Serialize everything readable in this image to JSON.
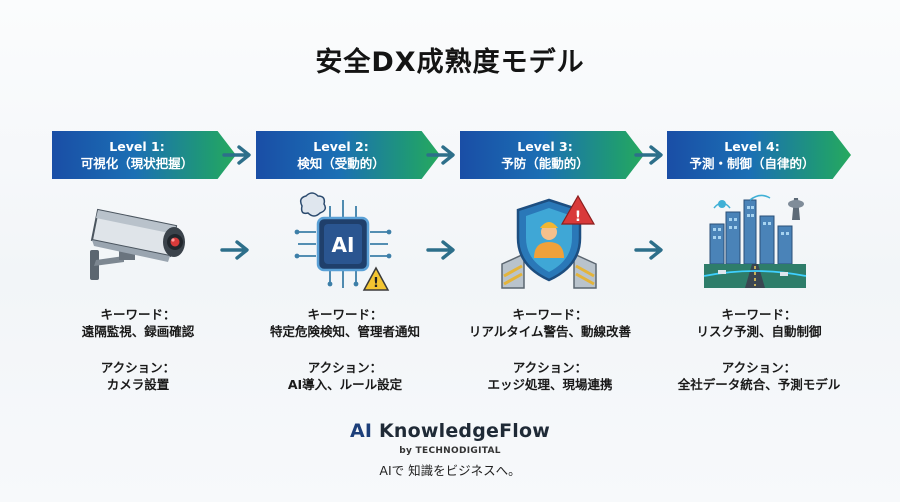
{
  "title": "安全DX成熟度モデル",
  "levels": [
    {
      "level": "Level 1:",
      "name": "可視化（現状把握）",
      "icon": "security-camera-icon",
      "keyword_label": "キーワード：",
      "keywords": "遠隔監視、録画確認",
      "action_label": "アクション：",
      "actions": "カメラ設置"
    },
    {
      "level": "Level 2:",
      "name": "検知（受動的）",
      "icon": "ai-chip-icon",
      "keyword_label": "キーワード：",
      "keywords": "特定危険検知、管理者通知",
      "action_label": "アクション：",
      "actions": "AI導入、ルール設定"
    },
    {
      "level": "Level 3:",
      "name": "予防（能動的）",
      "icon": "shield-worker-icon",
      "keyword_label": "キーワード：",
      "keywords": "リアルタイム警告、動線改善",
      "action_label": "アクション：",
      "actions": "エッジ処理、現場連携"
    },
    {
      "level": "Level 4:",
      "name": "予測・制御（自律的）",
      "icon": "smart-city-icon",
      "keyword_label": "キーワード：",
      "keywords": "リスク予測、自動制御",
      "action_label": "アクション：",
      "actions": "全社データ統合、予測モデル"
    }
  ],
  "brand": {
    "ai": "AI",
    "name": " KnowledgeFlow",
    "by": "by TECHNODIGITAL",
    "tagline": "AIで 知識をビジネスへ。"
  },
  "colors": {
    "banner_start": "#1a4ea6",
    "banner_end": "#27a95e",
    "arrow": "#2d6f8a"
  }
}
